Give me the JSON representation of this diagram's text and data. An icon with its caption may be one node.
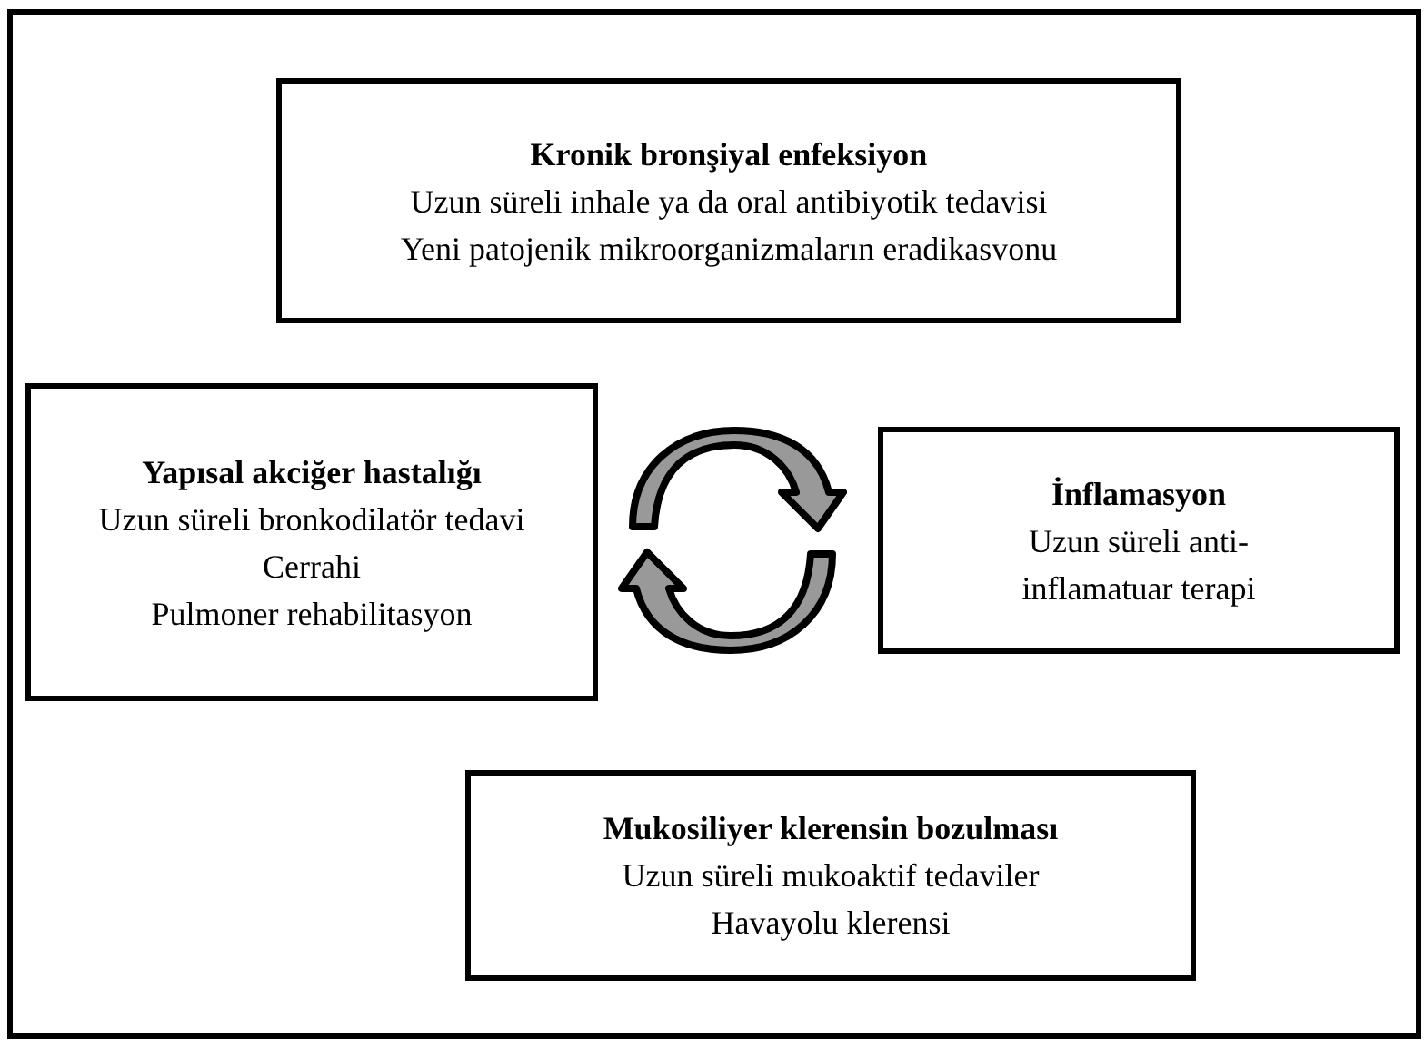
{
  "diagram": {
    "nodes": [
      {
        "text": [
          "Kronik bronşiyal enfeksiyon",
          "Uzun süreli inhale ya da oral antibiyotik tedavisi",
          "Yeni patojenik mikroorganizmaların eradikasvonu"
        ]
      },
      {
        "text": [
          "Yapısal akciğer hastalığı",
          "Uzun süreli bronkodilatör tedavi",
          "Cerrahi",
          "Pulmoner rehabilitasyon"
        ]
      },
      {
        "text": [
          "İnflamasyon",
          "Uzun süreli anti-inflamatuar terapi"
        ]
      },
      {
        "text": [
          "Mukosiliyer klerensin bozulması",
          "Uzun süreli mukoaktif tedaviler",
          "Havayolu klerensi"
        ]
      }
    ]
  }
}
